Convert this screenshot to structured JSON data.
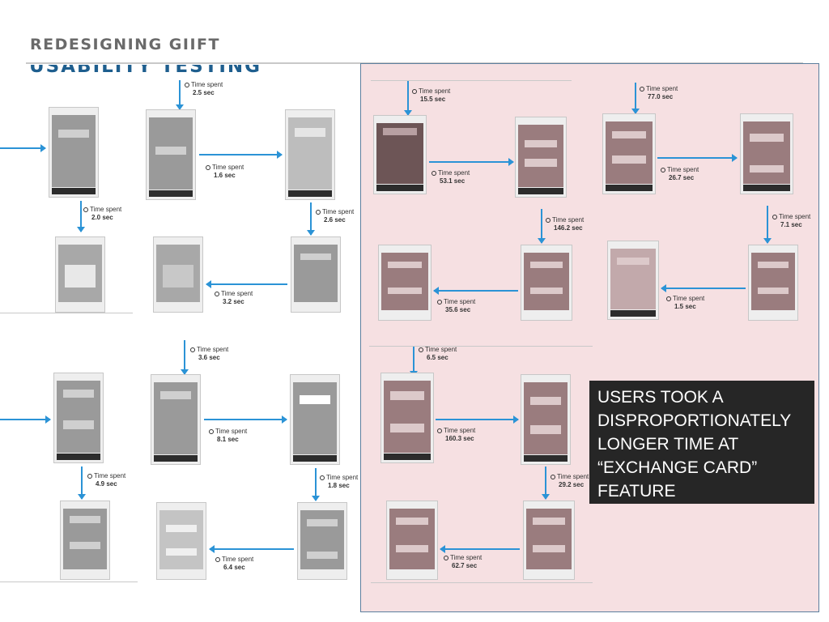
{
  "header": {
    "title": "REDESIGNING GIIFT",
    "section_heading": "USABILITY TESTING"
  },
  "time_spent_label": "Time spent",
  "left_flows": {
    "flow1": [
      "2.5 sec",
      "1.6 sec",
      "2.0 sec",
      "2.6 sec",
      "3.2 sec"
    ],
    "flow2": [
      "3.6 sec",
      "8.1 sec",
      "4.9 sec",
      "1.8 sec",
      "6.4 sec"
    ]
  },
  "right_flows": {
    "flow1": [
      "15.5 sec",
      "53.1 sec",
      "146.2 sec",
      "35.6 sec"
    ],
    "flow2": [
      "77.0 sec",
      "26.7 sec",
      "7.1 sec",
      "1.5 sec"
    ],
    "flow3": [
      "6.5 sec",
      "160.3 sec",
      "29.2 sec",
      "62.7 sec"
    ]
  },
  "callout": {
    "text": "USERS TOOK A DISPROPORTIONATELY LONGER TIME AT “EXCHANGE CARD” FEATURE"
  },
  "colors": {
    "accent_arrow": "#2b93d6",
    "highlight_panel": "#f6e0e2",
    "callout_bg": "#262626"
  },
  "icons": [
    "clock-icon"
  ]
}
